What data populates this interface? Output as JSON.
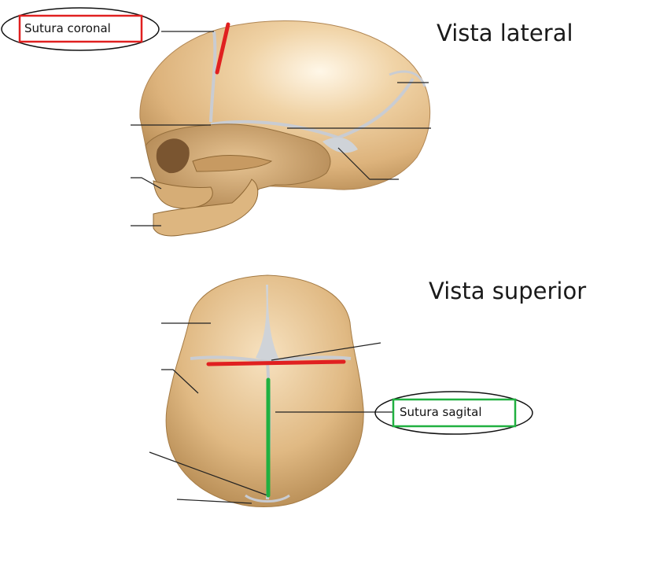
{
  "views": {
    "lateral": {
      "title": "Vista lateral"
    },
    "superior": {
      "title": "Vista superior"
    }
  },
  "annotations": {
    "coronal": {
      "label": "Sutura coronal",
      "color": "#e02020"
    },
    "sagittal": {
      "label": "Sutura sagital",
      "color": "#20b040"
    }
  },
  "palette": {
    "bone": "#e2bd8a",
    "bone_shadow": "#b98e57",
    "suture": "#c9ccd2",
    "leader": "#222222"
  }
}
